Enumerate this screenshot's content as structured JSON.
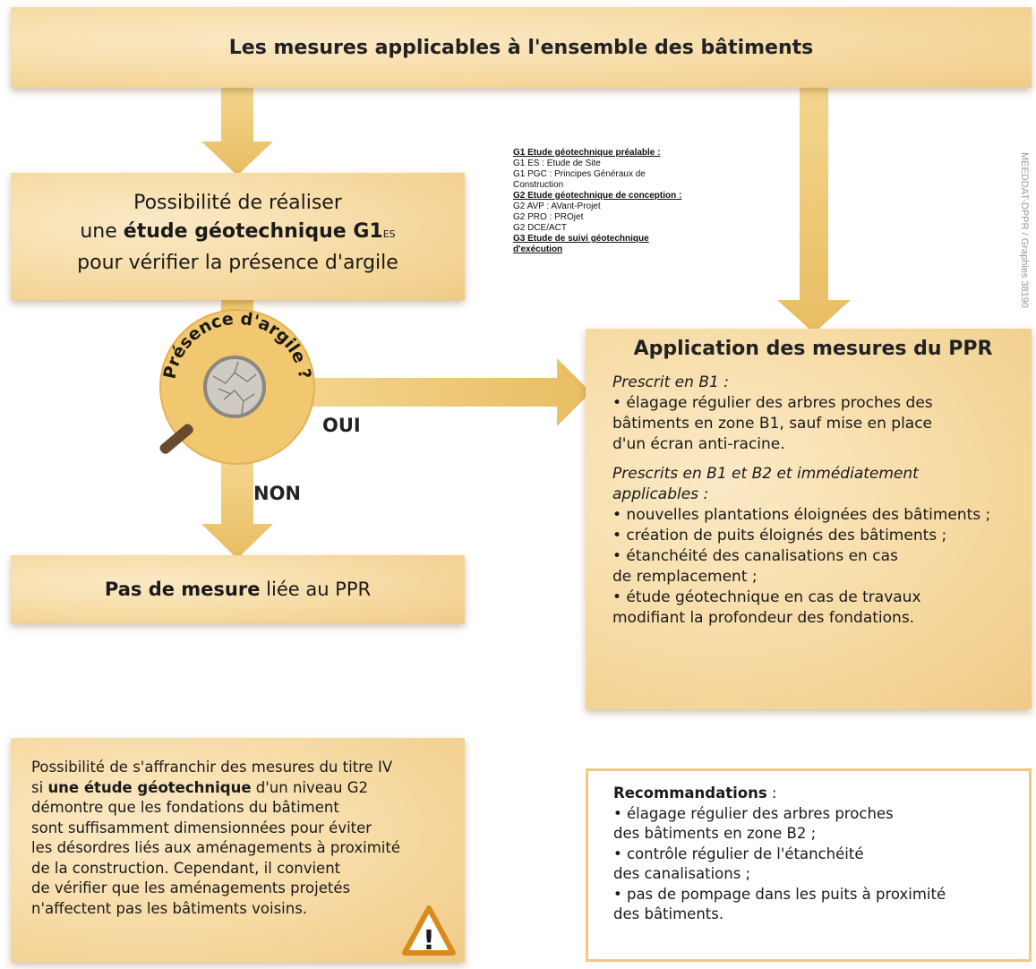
{
  "top_banner": {
    "title": "Les mesures applicables à l'ensemble des bâtiments"
  },
  "g1_box": {
    "line1": "Possibilité de réaliser",
    "line2_pre": "une ",
    "line2_bold": "étude géotechnique G1",
    "line2_sub": "ES",
    "line3": "pour vérifier la présence d'argile"
  },
  "decision": {
    "question": "Présence d'argile ?",
    "yes": "OUI",
    "no": "NON"
  },
  "no_measure": {
    "bold": "Pas de mesure",
    "rest": " liée au PPR"
  },
  "legend": {
    "g1_head": "G1 Etude géotechnique préalable :",
    "g1_es": "G1 ES : Etude de Site",
    "g1_pgc_1": "G1 PGC : Principes Généraux de",
    "g1_pgc_2": "Construction",
    "g2_head": "G2 Etude géotechnique de conception :",
    "g2_avp": "G2 AVP : AVant-Projet",
    "g2_pro": "G2 PRO : PROjet",
    "g2_dce": "G2 DCE/ACT",
    "g3_head_1": "G3 Etude de suivi géotechnique",
    "g3_head_2": "d'exécution"
  },
  "credit": "MEEDDAT-DPPR / Graphies 38190",
  "ppr": {
    "title": "Application des mesures du PPR",
    "b1_head": "Prescrit en B1 :",
    "b1_lines": [
      "• élagage régulier des arbres proches des",
      "bâtiments en zone B1, sauf mise en place",
      "d'un écran anti-racine."
    ],
    "b1b2_head_1": "Prescrits en B1 et B2 et immédiatement",
    "b1b2_head_2": "applicables :",
    "b1b2_lines": [
      "• nouvelles plantations éloignées des bâtiments ;",
      "• création de puits éloignés des bâtiments ;",
      "• étanchéité des canalisations en cas",
      "de remplacement ;",
      "• étude géotechnique en cas de travaux",
      "modifiant la profondeur des fondations."
    ]
  },
  "g2_box": {
    "l1": "Possibilité de s'affranchir des mesures du titre IV",
    "l2_pre": "si ",
    "l2_bold": "une étude géotechnique",
    "l2_post": " d'un niveau G2",
    "l3": "démontre que les fondations du bâtiment",
    "l4": "sont suffisamment dimensionnées pour éviter",
    "l5": "les désordres liés aux aménagements à proximité",
    "l6": "de la construction. Cependant, il convient",
    "l7": "de vérifier que les aménagements projetés",
    "l8": "n'affectent pas les bâtiments voisins.",
    "warning_glyph": "!"
  },
  "reco": {
    "title_bold": "Recommandations",
    "title_rest": " :",
    "lines": [
      "• élagage régulier des arbres proches",
      "des bâtiments en zone B2 ;",
      "• contrôle régulier de l'étanchéité",
      "des canalisations ;",
      "• pas de pompage dans les puits à proximité",
      "des bâtiments."
    ]
  },
  "colors": {
    "box_fill": "#f6d9a0",
    "arrow": "#f1c870",
    "arrow_dark": "#e4b356",
    "warning": "#d98a1c"
  }
}
